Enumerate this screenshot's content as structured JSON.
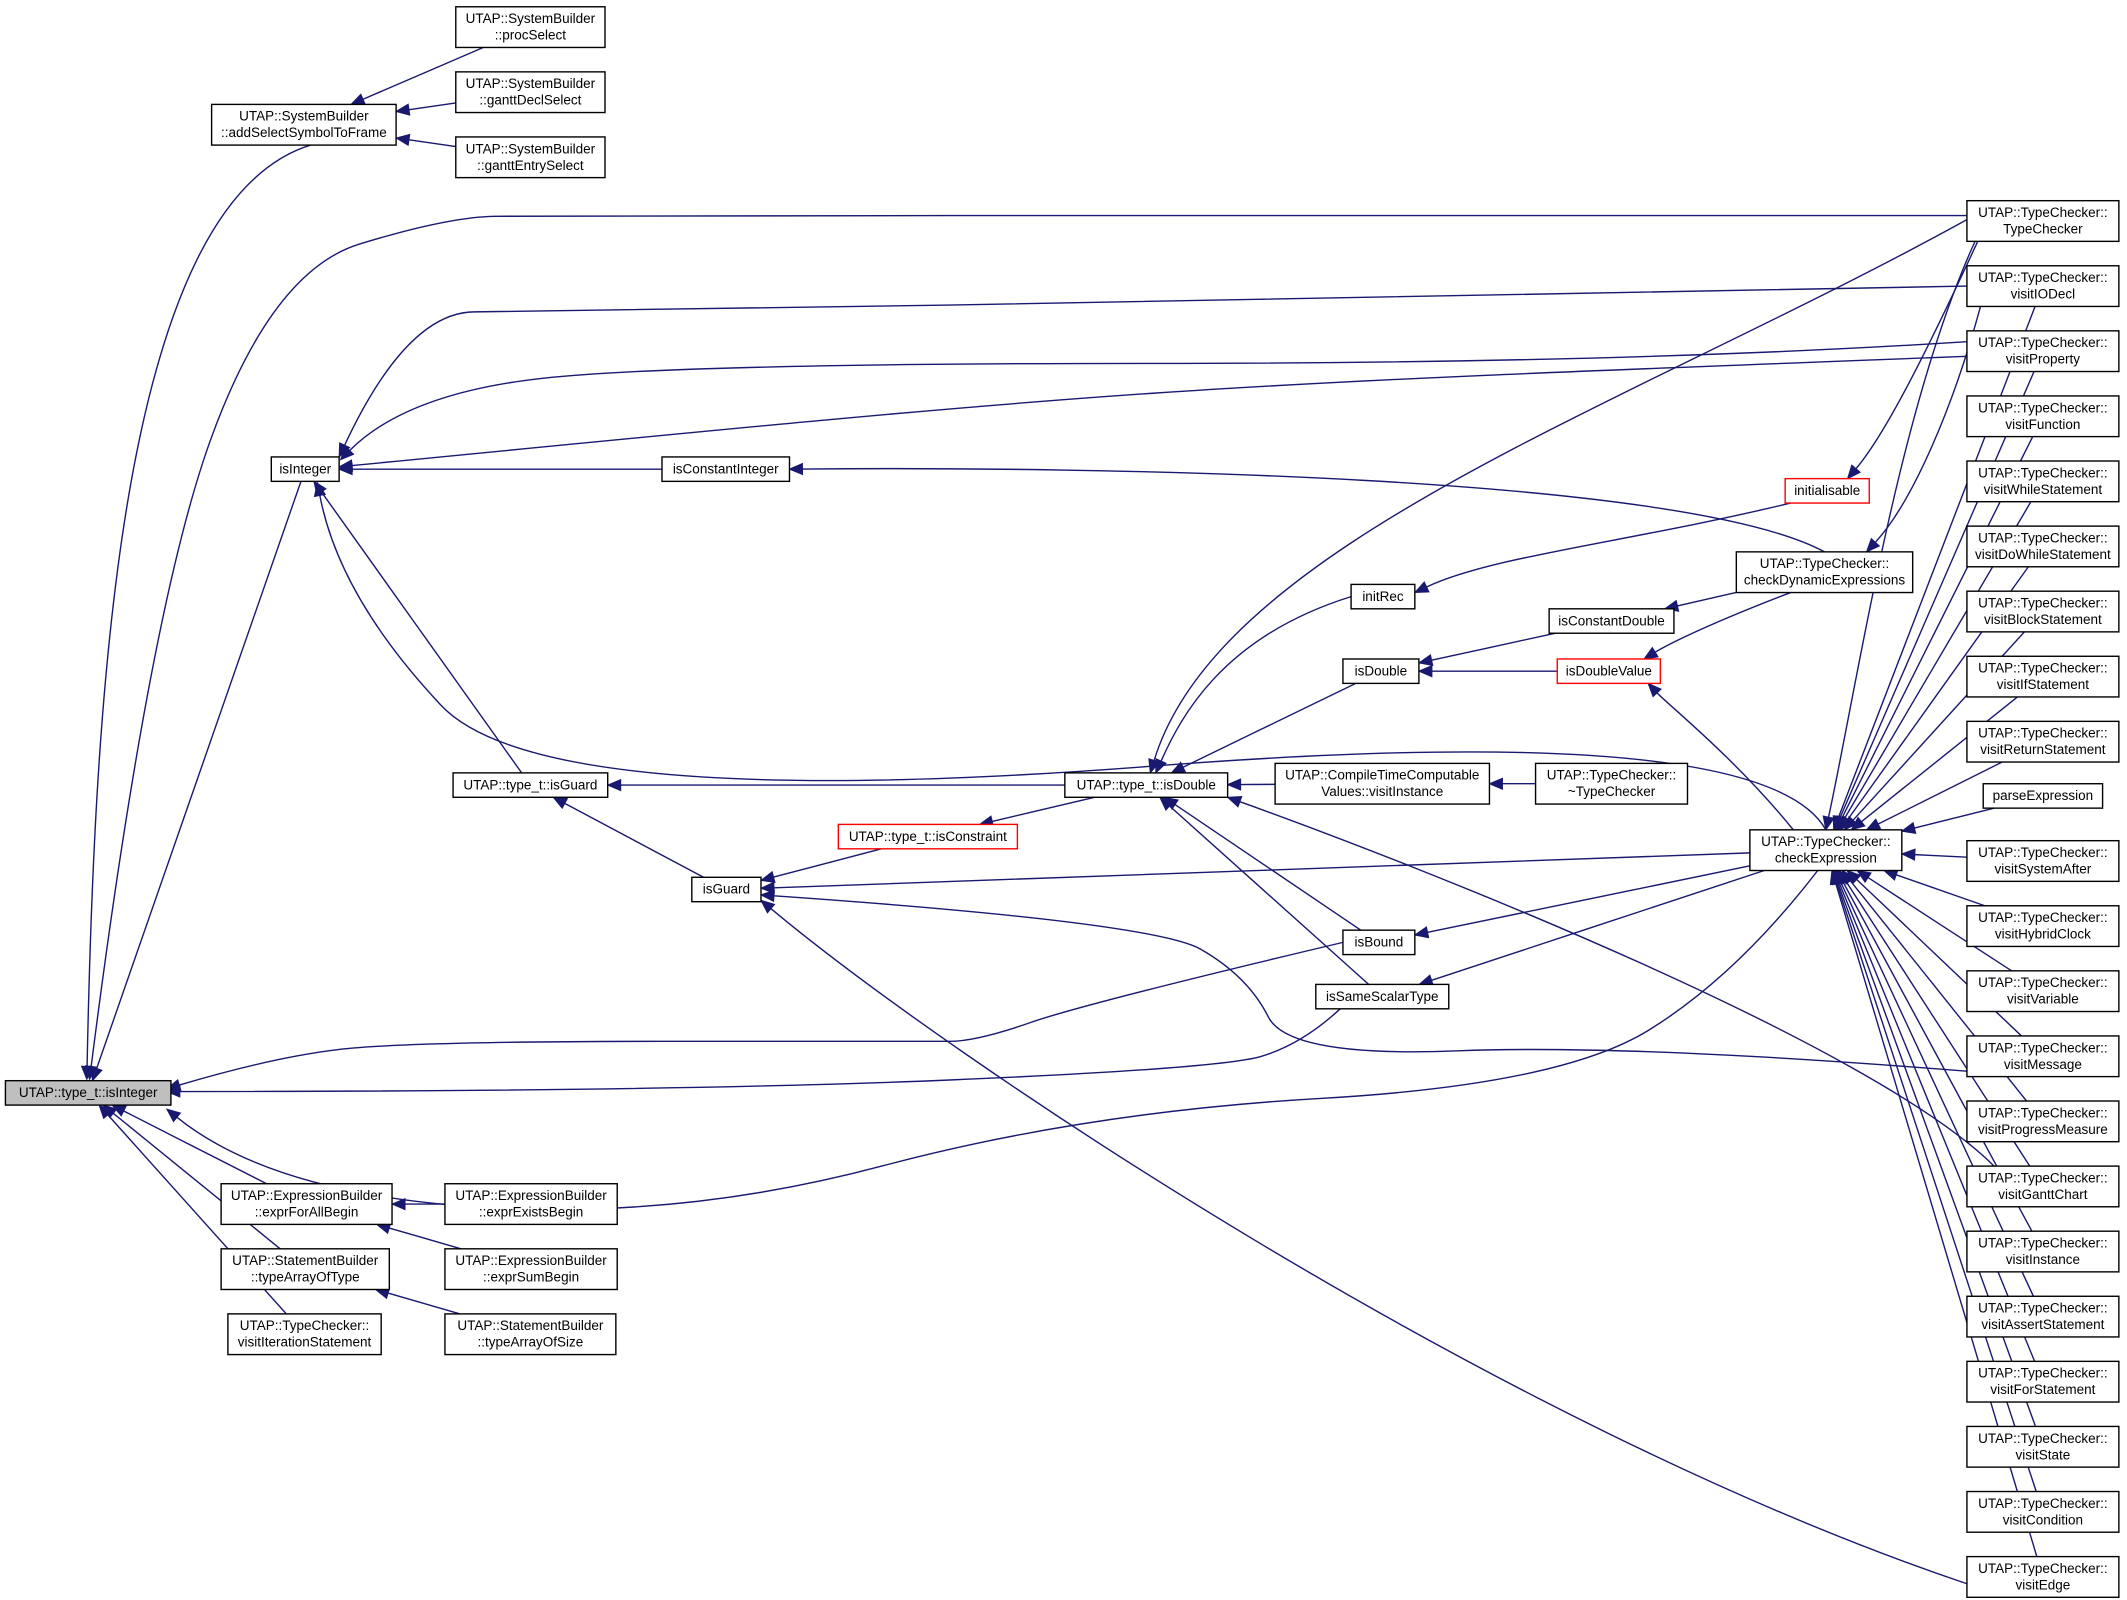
{
  "diagram": {
    "type": "caller-graph",
    "colors": {
      "edge": "#191970",
      "box": "#000000",
      "highlight_box": "#ff0000",
      "root_fill": "#bfbfbf"
    },
    "nodes": [
      {
        "id": "root",
        "lines": [
          "UTAP::type_t::isInteger"
        ],
        "style": "root"
      },
      {
        "id": "addSel",
        "lines": [
          "UTAP::SystemBuilder",
          "::addSelectSymbolToFrame"
        ]
      },
      {
        "id": "procSelect",
        "lines": [
          "UTAP::SystemBuilder",
          "::procSelect"
        ]
      },
      {
        "id": "ganttDecl",
        "lines": [
          "UTAP::SystemBuilder",
          "::ganttDeclSelect"
        ]
      },
      {
        "id": "ganttEntry",
        "lines": [
          "UTAP::SystemBuilder",
          "::ganttEntrySelect"
        ]
      },
      {
        "id": "isInteger",
        "lines": [
          "isInteger"
        ]
      },
      {
        "id": "isConstInt",
        "lines": [
          "isConstantInteger"
        ]
      },
      {
        "id": "tIsGuard",
        "lines": [
          "UTAP::type_t::isGuard"
        ]
      },
      {
        "id": "isGuard",
        "lines": [
          "isGuard"
        ]
      },
      {
        "id": "tIsConstraint",
        "lines": [
          "UTAP::type_t::isConstraint"
        ],
        "style": "red"
      },
      {
        "id": "tIsDouble",
        "lines": [
          "UTAP::type_t::isDouble"
        ]
      },
      {
        "id": "ctcVisit",
        "lines": [
          "UTAP::CompileTimeComputable",
          "Values::visitInstance"
        ]
      },
      {
        "id": "tcDtor",
        "lines": [
          "UTAP::TypeChecker::",
          "~TypeChecker"
        ]
      },
      {
        "id": "initRec",
        "lines": [
          "initRec"
        ]
      },
      {
        "id": "isDouble",
        "lines": [
          "isDouble"
        ]
      },
      {
        "id": "isConstDouble",
        "lines": [
          "isConstantDouble"
        ]
      },
      {
        "id": "isDoubleValue",
        "lines": [
          "isDoubleValue"
        ],
        "style": "red"
      },
      {
        "id": "initialisable",
        "lines": [
          "initialisable"
        ],
        "style": "red"
      },
      {
        "id": "checkDyn",
        "lines": [
          "UTAP::TypeChecker::",
          "checkDynamicExpressions"
        ]
      },
      {
        "id": "checkExpr",
        "lines": [
          "UTAP::TypeChecker::",
          "checkExpression"
        ]
      },
      {
        "id": "isBound",
        "lines": [
          "isBound"
        ]
      },
      {
        "id": "isSameScalar",
        "lines": [
          "isSameScalarType"
        ]
      },
      {
        "id": "exprForAll",
        "lines": [
          "UTAP::ExpressionBuilder",
          "::exprForAllBegin"
        ]
      },
      {
        "id": "exprExists",
        "lines": [
          "UTAP::ExpressionBuilder",
          "::exprExistsBegin"
        ]
      },
      {
        "id": "exprSum",
        "lines": [
          "UTAP::ExpressionBuilder",
          "::exprSumBegin"
        ]
      },
      {
        "id": "typeArrOfType",
        "lines": [
          "UTAP::StatementBuilder",
          "::typeArrayOfType"
        ]
      },
      {
        "id": "typeArrOfSize",
        "lines": [
          "UTAP::StatementBuilder",
          "::typeArrayOfSize"
        ]
      },
      {
        "id": "visitIter",
        "lines": [
          "UTAP::TypeChecker::",
          "visitIterationStatement"
        ]
      },
      {
        "id": "tcCtor",
        "lines": [
          "UTAP::TypeChecker::",
          "TypeChecker"
        ]
      },
      {
        "id": "visitIODecl",
        "lines": [
          "UTAP::TypeChecker::",
          "visitIODecl"
        ]
      },
      {
        "id": "visitProperty",
        "lines": [
          "UTAP::TypeChecker::",
          "visitProperty"
        ]
      },
      {
        "id": "visitFunction",
        "lines": [
          "UTAP::TypeChecker::",
          "visitFunction"
        ]
      },
      {
        "id": "visitWhile",
        "lines": [
          "UTAP::TypeChecker::",
          "visitWhileStatement"
        ]
      },
      {
        "id": "visitDoWhile",
        "lines": [
          "UTAP::TypeChecker::",
          "visitDoWhileStatement"
        ]
      },
      {
        "id": "visitBlock",
        "lines": [
          "UTAP::TypeChecker::",
          "visitBlockStatement"
        ]
      },
      {
        "id": "visitIf",
        "lines": [
          "UTAP::TypeChecker::",
          "visitIfStatement"
        ]
      },
      {
        "id": "visitReturn",
        "lines": [
          "UTAP::TypeChecker::",
          "visitReturnStatement"
        ]
      },
      {
        "id": "parseExpr",
        "lines": [
          "parseExpression"
        ]
      },
      {
        "id": "visitSysAfter",
        "lines": [
          "UTAP::TypeChecker::",
          "visitSystemAfter"
        ]
      },
      {
        "id": "visitHybrid",
        "lines": [
          "UTAP::TypeChecker::",
          "visitHybridClock"
        ]
      },
      {
        "id": "visitVariable",
        "lines": [
          "UTAP::TypeChecker::",
          "visitVariable"
        ]
      },
      {
        "id": "visitMessage",
        "lines": [
          "UTAP::TypeChecker::",
          "visitMessage"
        ]
      },
      {
        "id": "visitProgress",
        "lines": [
          "UTAP::TypeChecker::",
          "visitProgressMeasure"
        ]
      },
      {
        "id": "visitGantt",
        "lines": [
          "UTAP::TypeChecker::",
          "visitGanttChart"
        ]
      },
      {
        "id": "visitInstance",
        "lines": [
          "UTAP::TypeChecker::",
          "visitInstance"
        ]
      },
      {
        "id": "visitAssert",
        "lines": [
          "UTAP::TypeChecker::",
          "visitAssertStatement"
        ]
      },
      {
        "id": "visitFor",
        "lines": [
          "UTAP::TypeChecker::",
          "visitForStatement"
        ]
      },
      {
        "id": "visitState",
        "lines": [
          "UTAP::TypeChecker::",
          "visitState"
        ]
      },
      {
        "id": "visitCondition",
        "lines": [
          "UTAP::TypeChecker::",
          "visitCondition"
        ]
      },
      {
        "id": "visitEdge",
        "lines": [
          "UTAP::TypeChecker::",
          "visitEdge"
        ]
      }
    ],
    "edges": [
      {
        "to": "root",
        "from": "addSel"
      },
      {
        "to": "root",
        "from": "tcCtor"
      },
      {
        "to": "root",
        "from": "isInteger"
      },
      {
        "to": "root",
        "from": "isBound"
      },
      {
        "to": "root",
        "from": "isSameScalar"
      },
      {
        "to": "root",
        "from": "checkExpr"
      },
      {
        "to": "root",
        "from": "exprForAll"
      },
      {
        "to": "root",
        "from": "typeArrOfType"
      },
      {
        "to": "root",
        "from": "visitIter"
      },
      {
        "to": "addSel",
        "from": "procSelect"
      },
      {
        "to": "addSel",
        "from": "ganttDecl"
      },
      {
        "to": "addSel",
        "from": "ganttEntry"
      },
      {
        "to": "isInteger",
        "from": "visitIODecl"
      },
      {
        "to": "isInteger",
        "from": "visitProperty"
      },
      {
        "to": "isInteger",
        "from": "visitProperty"
      },
      {
        "to": "isInteger",
        "from": "isConstInt"
      },
      {
        "to": "isInteger",
        "from": "checkExpr"
      },
      {
        "to": "isInteger",
        "from": "tIsGuard"
      },
      {
        "to": "isConstInt",
        "from": "checkDyn"
      },
      {
        "to": "tIsGuard",
        "from": "tIsDouble"
      },
      {
        "to": "tIsGuard",
        "from": "isGuard"
      },
      {
        "to": "isGuard",
        "from": "tIsConstraint"
      },
      {
        "to": "isGuard",
        "from": "checkExpr"
      },
      {
        "to": "isGuard",
        "from": "visitMessage"
      },
      {
        "to": "isGuard",
        "from": "visitEdge"
      },
      {
        "to": "tIsConstraint",
        "from": "tIsDouble"
      },
      {
        "to": "tIsDouble",
        "from": "tcCtor"
      },
      {
        "to": "tIsDouble",
        "from": "initRec"
      },
      {
        "to": "tIsDouble",
        "from": "isDouble"
      },
      {
        "to": "tIsDouble",
        "from": "ctcVisit"
      },
      {
        "to": "tIsDouble",
        "from": "isBound"
      },
      {
        "to": "tIsDouble",
        "from": "isSameScalar"
      },
      {
        "to": "tIsDouble",
        "from": "visitGantt"
      },
      {
        "to": "ctcVisit",
        "from": "tcDtor"
      },
      {
        "to": "initRec",
        "from": "initialisable"
      },
      {
        "to": "isDouble",
        "from": "isConstDouble"
      },
      {
        "to": "isDouble",
        "from": "isDoubleValue"
      },
      {
        "to": "isConstDouble",
        "from": "checkDyn"
      },
      {
        "to": "isDoubleValue",
        "from": "checkDyn"
      },
      {
        "to": "isDoubleValue",
        "from": "checkExpr"
      },
      {
        "to": "initialisable",
        "from": "tcCtor"
      },
      {
        "to": "checkDyn",
        "from": "visitIODecl"
      },
      {
        "to": "isBound",
        "from": "checkExpr"
      },
      {
        "to": "isSameScalar",
        "from": "checkExpr"
      },
      {
        "to": "exprForAll",
        "from": "exprExists"
      },
      {
        "to": "exprForAll",
        "from": "exprSum"
      },
      {
        "to": "typeArrOfType",
        "from": "typeArrOfSize"
      },
      {
        "to": "checkExpr",
        "from": "tcCtor"
      },
      {
        "to": "checkExpr",
        "from": "visitIODecl"
      },
      {
        "to": "checkExpr",
        "from": "visitProperty"
      },
      {
        "to": "checkExpr",
        "from": "visitFunction"
      },
      {
        "to": "checkExpr",
        "from": "visitWhile"
      },
      {
        "to": "checkExpr",
        "from": "visitDoWhile"
      },
      {
        "to": "checkExpr",
        "from": "visitBlock"
      },
      {
        "to": "checkExpr",
        "from": "visitIf"
      },
      {
        "to": "checkExpr",
        "from": "visitReturn"
      },
      {
        "to": "checkExpr",
        "from": "parseExpr"
      },
      {
        "to": "checkExpr",
        "from": "visitSysAfter"
      },
      {
        "to": "checkExpr",
        "from": "visitHybrid"
      },
      {
        "to": "checkExpr",
        "from": "visitVariable"
      },
      {
        "to": "checkExpr",
        "from": "visitMessage"
      },
      {
        "to": "checkExpr",
        "from": "visitProgress"
      },
      {
        "to": "checkExpr",
        "from": "visitGantt"
      },
      {
        "to": "checkExpr",
        "from": "visitInstance"
      },
      {
        "to": "checkExpr",
        "from": "visitAssert"
      },
      {
        "to": "checkExpr",
        "from": "visitFor"
      },
      {
        "to": "checkExpr",
        "from": "visitState"
      },
      {
        "to": "checkExpr",
        "from": "visitCondition"
      },
      {
        "to": "checkExpr",
        "from": "visitEdge"
      }
    ]
  }
}
